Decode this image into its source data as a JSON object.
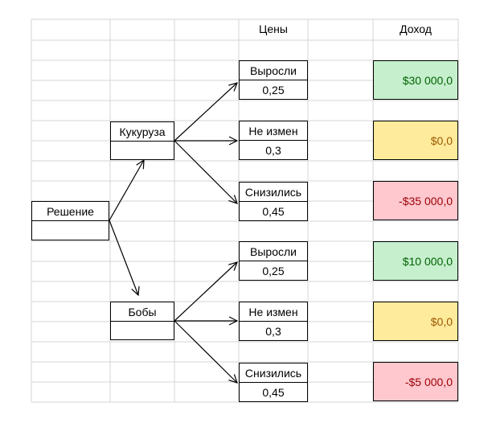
{
  "headers": {
    "prices": "Цены",
    "income": "Доход"
  },
  "decision": {
    "label": "Решение"
  },
  "crops": [
    {
      "label": "Кукуруза"
    },
    {
      "label": "Бобы"
    }
  ],
  "outcomes": [
    {
      "label": "Выросли",
      "prob": "0,25"
    },
    {
      "label": "Не измен",
      "prob": "0,3"
    },
    {
      "label": "Снизились",
      "prob": "0,45"
    },
    {
      "label": "Выросли",
      "prob": "0,25"
    },
    {
      "label": "Не измен",
      "prob": "0,3"
    },
    {
      "label": "Снизились",
      "prob": "0,45"
    }
  ],
  "incomes": [
    {
      "value": "$30 000,0",
      "status": "positive"
    },
    {
      "value": "$0,0",
      "status": "neutral"
    },
    {
      "value": "-$35 000,0",
      "status": "negative"
    },
    {
      "value": "$10 000,0",
      "status": "positive"
    },
    {
      "value": "$0,0",
      "status": "neutral"
    },
    {
      "value": "-$5 000,0",
      "status": "negative"
    }
  ],
  "colors": {
    "positive_bg": "#c6efce",
    "positive_text": "#006100",
    "neutral_bg": "#ffeb9c",
    "neutral_text": "#9c5700",
    "negative_bg": "#ffc7ce",
    "negative_text": "#9c0006",
    "gridline": "#d4d4d4"
  }
}
